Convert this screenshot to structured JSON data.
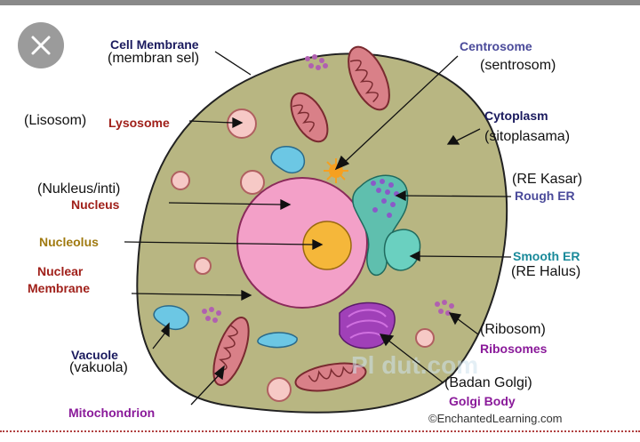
{
  "close_icon": "close-x-icon",
  "labels": {
    "cell_membrane": "Cell Membrane",
    "membran_sel": "(membran sel)",
    "lisosom": "(Lisosom)",
    "lysosome": "Lysosome",
    "nukleus_inti": "(Nukleus/inti)",
    "nucleus": "Nucleus",
    "nucleolus": "Nucleolus",
    "nuclear": "Nuclear",
    "membrane": "Membrane",
    "vacuole": "Vacuole",
    "vakuola": "(vakuola)",
    "mitochondrion": "Mitochondrion",
    "centrosome": "Centrosome",
    "sentrosom": "(sentrosom)",
    "cytoplasm": "Cytoplasm",
    "sitoplasama": "(sitoplasama)",
    "re_kasar": "(RE Kasar)",
    "rough_er": "Rough ER",
    "smooth_er": "Smooth ER",
    "re_halus": "(RE Halus)",
    "ribosom": "(Ribosom)",
    "ribosomes": "Ribosomes",
    "badan_golgi": "(Badan Golgi)",
    "golgi_body": "Golgi Body",
    "credit": "©EnchantedLearning.com"
  },
  "colors": {
    "cytoplasm": "#b8b682",
    "nucleus": "#f3a0c8",
    "nucleolus": "#f5b73a",
    "vacuole": "#6cc7e4",
    "mitochondria": "#d98088",
    "golgi": "#8a3a9a"
  }
}
